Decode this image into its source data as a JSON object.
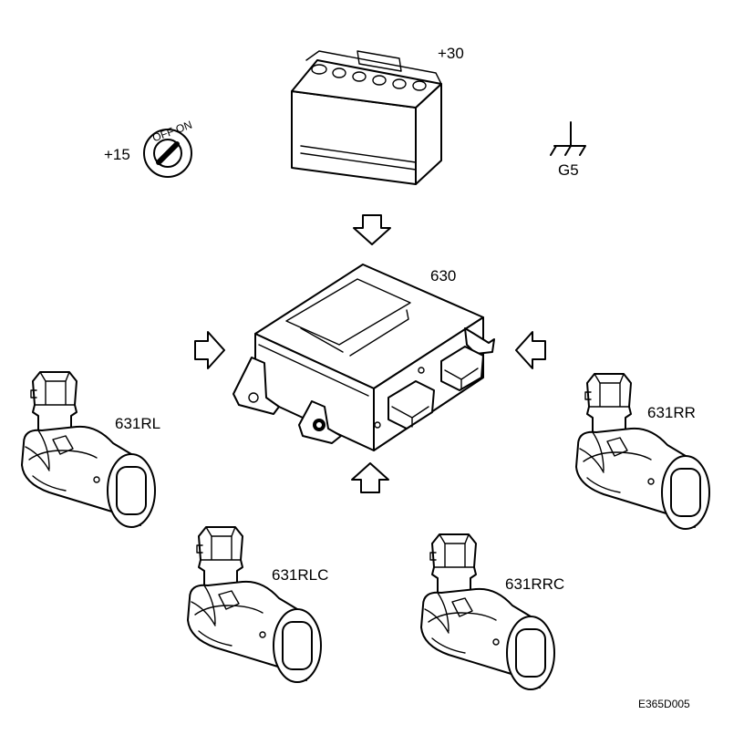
{
  "labels": {
    "battery": "+30",
    "ignition": "+15",
    "ground": "G5",
    "control_unit": "630",
    "sensor_rl": "631RL",
    "sensor_rr": "631RR",
    "sensor_rlc": "631RLC",
    "sensor_rrc": "631RRC",
    "ignition_key_text": "OFF ON",
    "figure_ref": "E365D005"
  }
}
